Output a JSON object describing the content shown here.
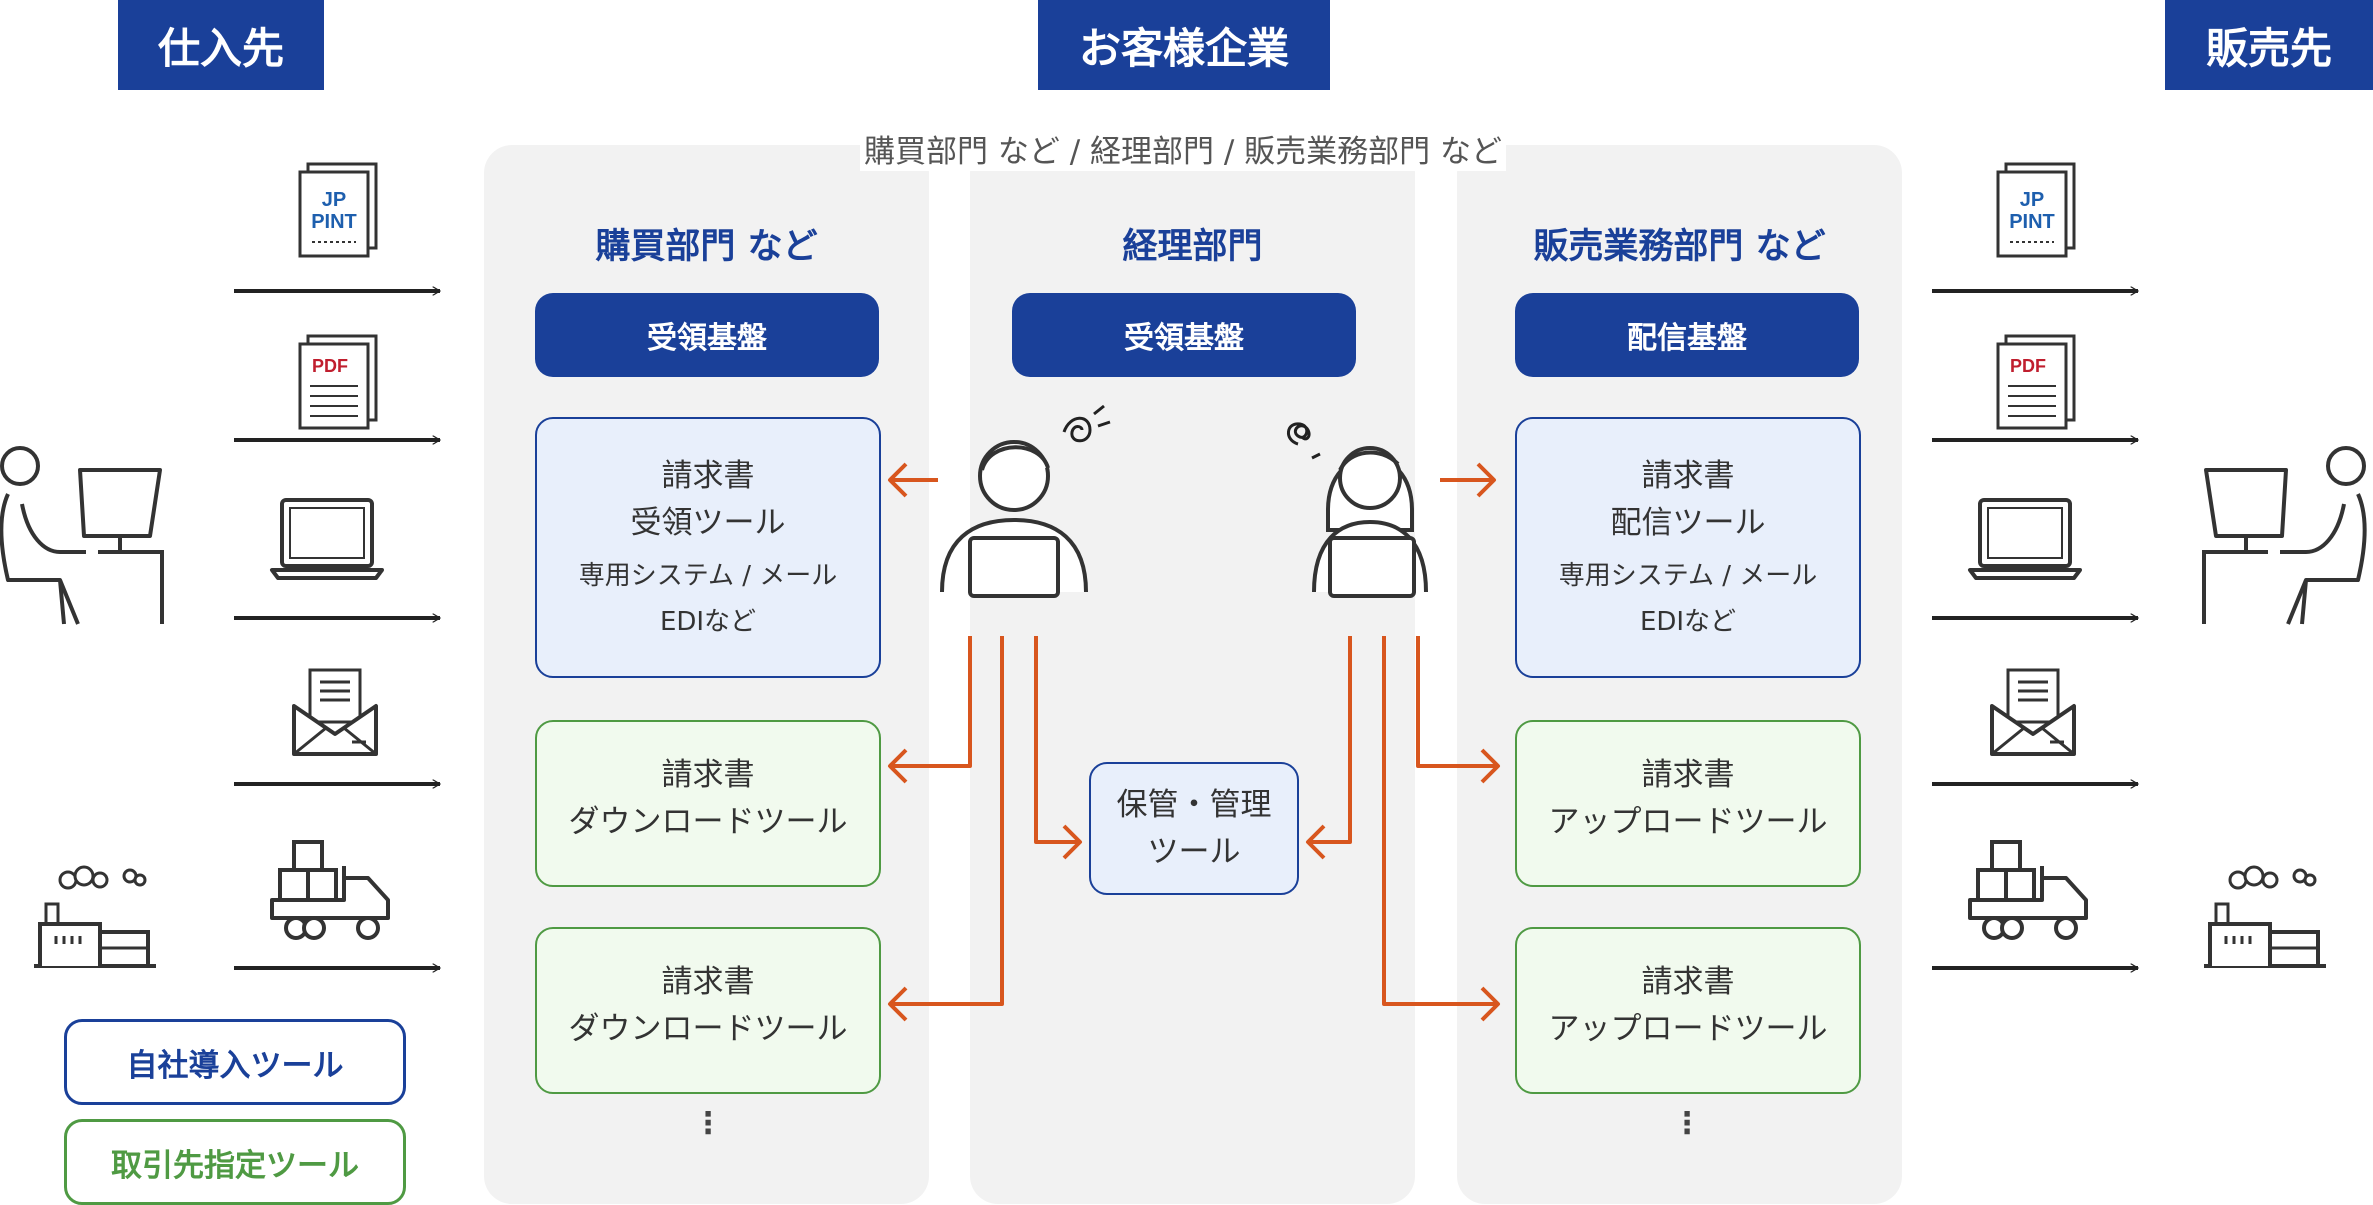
{
  "headers": {
    "supplier": "仕入先",
    "company": "お客様企業",
    "customer": "販売先"
  },
  "subtitle": "購買部門 など / 経理部門 / 販売業務部門 など",
  "panels": {
    "purchasing": {
      "title": "購買部門 など",
      "platform": "受領基盤",
      "tool1": {
        "l1": "請求書",
        "l2": "受領ツール",
        "s1": "専用システム / メール",
        "s2": "EDIなど"
      },
      "tool2": {
        "l1": "請求書",
        "l2": "ダウンロードツール"
      },
      "tool3": {
        "l1": "請求書",
        "l2": "ダウンロードツール"
      },
      "more": "⋮"
    },
    "accounting": {
      "title": "経理部門",
      "platform": "受領基盤",
      "storage": {
        "l1": "保管・管理",
        "l2": "ツール"
      }
    },
    "sales": {
      "title": "販売業務部門 など",
      "platform": "配信基盤",
      "tool1": {
        "l1": "請求書",
        "l2": "配信ツール",
        "s1": "専用システム / メール",
        "s2": "EDIなど"
      },
      "tool2": {
        "l1": "請求書",
        "l2": "アップロードツール"
      },
      "tool3": {
        "l1": "請求書",
        "l2": "アップロードツール"
      },
      "more": "⋮"
    }
  },
  "icons": {
    "jp_pint_top": "JP",
    "jp_pint_bottom": "PINT",
    "pdf": "PDF"
  },
  "legend": {
    "own": "自社導入ツール",
    "partner": "取引先指定ツール"
  },
  "colors": {
    "navy": "#1a4099",
    "orange": "#d8561e",
    "green": "#4f9a43",
    "panel": "#f2f2f2"
  }
}
